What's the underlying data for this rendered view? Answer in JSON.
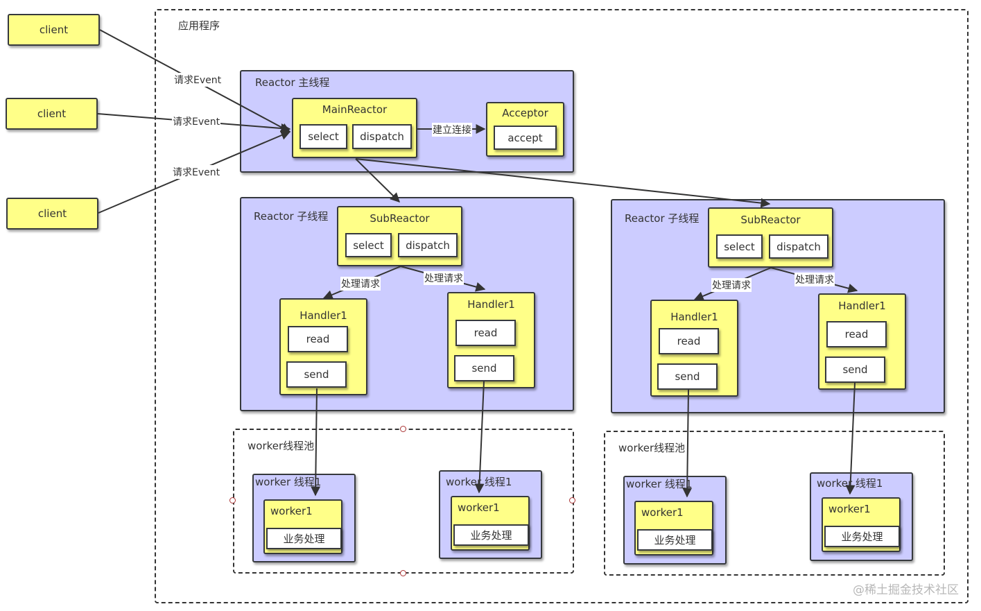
{
  "app_label": "应用程序",
  "clients": [
    "client",
    "client",
    "client"
  ],
  "request_labels": [
    "请求Event",
    "请求Event",
    "请求Event"
  ],
  "main_reactor": {
    "container": "Reactor 主线程",
    "title": "MainReactor",
    "select": "select",
    "dispatch": "dispatch"
  },
  "acceptor": {
    "title": "Acceptor",
    "accept": "accept"
  },
  "connect_label": "建立连接",
  "sub_groups": [
    {
      "container": "Reactor 子线程",
      "subreactor": {
        "title": "SubReactor",
        "select": "select",
        "dispatch": "dispatch"
      },
      "process_labels": [
        "处理请求",
        "处理请求"
      ],
      "handlers": [
        {
          "title": "Handler1",
          "read": "read",
          "send": "send"
        },
        {
          "title": "Handler1",
          "read": "read",
          "send": "send"
        }
      ],
      "pool": {
        "label": "worker线程池",
        "threads": [
          {
            "label": "worker 线程1",
            "worker": "worker1",
            "task": "业务处理"
          },
          {
            "label": "worker 线程1",
            "worker": "worker1",
            "task": "业务处理"
          }
        ]
      }
    },
    {
      "container": "Reactor 子线程",
      "subreactor": {
        "title": "SubReactor",
        "select": "select",
        "dispatch": "dispatch"
      },
      "process_labels": [
        "处理请求",
        "处理请求"
      ],
      "handlers": [
        {
          "title": "Handler1",
          "read": "read",
          "send": "send"
        },
        {
          "title": "Handler1",
          "read": "read",
          "send": "send"
        }
      ],
      "pool": {
        "label": "worker线程池",
        "threads": [
          {
            "label": "worker 线程1",
            "worker": "worker1",
            "task": "业务处理"
          },
          {
            "label": "worker 线程1",
            "worker": "worker1",
            "task": "业务处理"
          }
        ]
      }
    }
  ],
  "watermark": "@稀土掘金技术社区",
  "colors": {
    "yellow": "#ffff88",
    "lavender": "#ccccff",
    "stroke": "#36393d",
    "edge": "#333333"
  }
}
